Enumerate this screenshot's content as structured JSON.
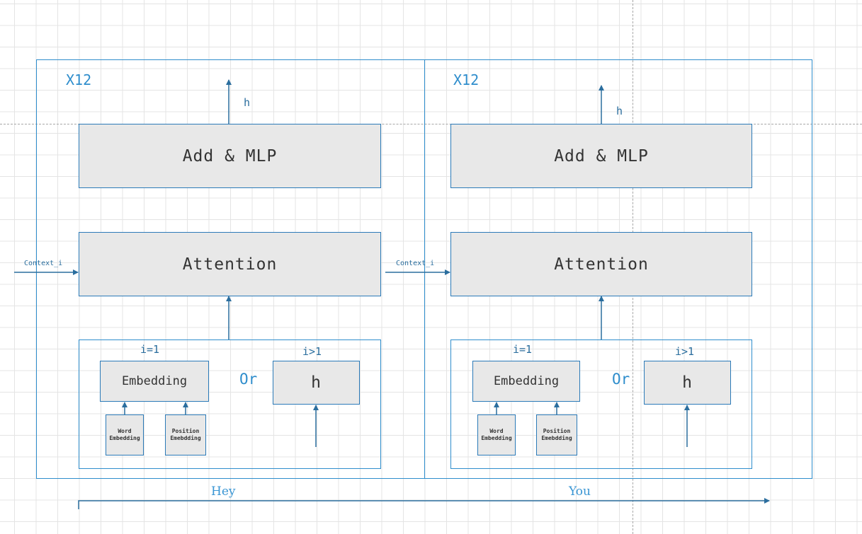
{
  "blocks": [
    {
      "repeat": "X12",
      "output_label": "h",
      "mlp_label": "Add & MLP",
      "attention_label": "Attention",
      "context_label": "Context_i",
      "first_step_label": "i=1",
      "later_step_label": "i>1",
      "embedding_label": "Embedding",
      "or_label": "Or",
      "hidden_label": "h",
      "word_embedding_label": "Word Embedding",
      "position_embedding_label": "Position Emebdding",
      "token": "Hey"
    },
    {
      "repeat": "X12",
      "output_label": "h",
      "mlp_label": "Add & MLP",
      "attention_label": "Attention",
      "context_label": "Context_i",
      "first_step_label": "i=1",
      "later_step_label": "i>1",
      "embedding_label": "Embedding",
      "or_label": "Or",
      "hidden_label": "h",
      "word_embedding_label": "Word Embedding",
      "position_embedding_label": "Position Emebdding",
      "token": "You"
    }
  ],
  "colors": {
    "frame": "#2e8dcc",
    "box_fill": "#e8e8e8",
    "arrow": "#2b6e9e"
  }
}
